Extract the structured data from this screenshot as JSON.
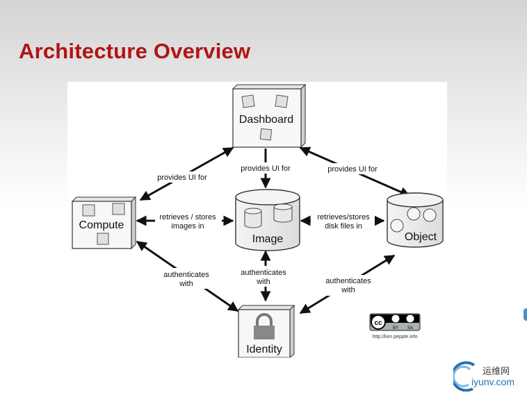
{
  "slide": {
    "title": "Architecture Overview"
  },
  "diagram": {
    "nodes": {
      "dashboard": "Dashboard",
      "compute": "Compute",
      "image": "Image",
      "object": "Object",
      "identity": "Identity"
    },
    "edges": {
      "dash_compute": [
        "provides UI for"
      ],
      "dash_image": [
        "provides UI for"
      ],
      "dash_object": [
        "provides UI for"
      ],
      "compute_image": [
        "retrieves / stores",
        "images in"
      ],
      "image_object": [
        "retrieves/stores",
        "disk files in"
      ],
      "compute_identity": [
        "authenticates",
        "with"
      ],
      "image_identity": [
        "authenticates",
        "with"
      ],
      "object_identity": [
        "authenticates",
        "with"
      ]
    },
    "license": {
      "badge": [
        "BY",
        "SA"
      ],
      "url": "http://ken.pepple.info"
    }
  },
  "watermark": {
    "cn": "运维网",
    "url": "iyunv.com"
  },
  "colors": {
    "title": "#b01414",
    "arrow": "#111111",
    "watermark_url": "#2a6fb0"
  }
}
